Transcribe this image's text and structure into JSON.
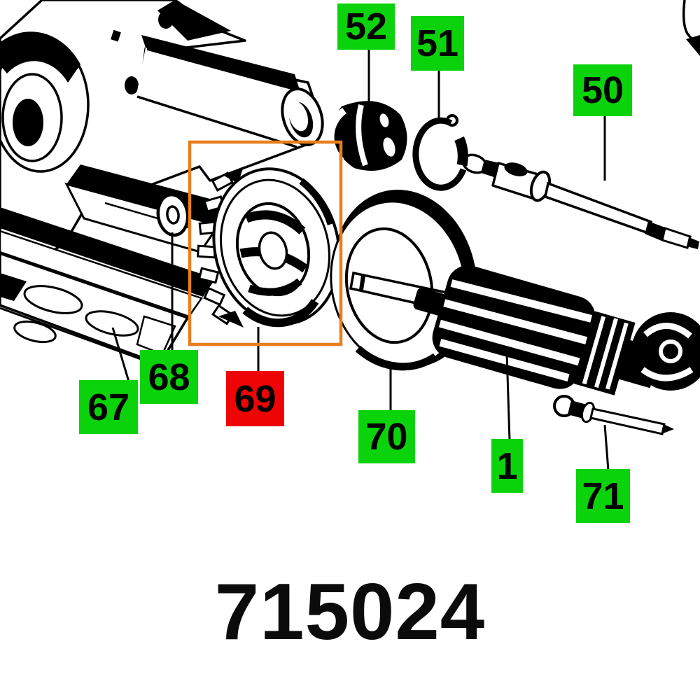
{
  "diagram": {
    "part_number": "715024",
    "colors": {
      "callout_green": "#0bd30b",
      "callout_red": "#ee0404",
      "highlight_orange": "#e87e1e",
      "line_art": "#000000"
    },
    "callouts": [
      {
        "id": "52",
        "label": "52",
        "style": "green"
      },
      {
        "id": "51",
        "label": "51",
        "style": "green"
      },
      {
        "id": "50",
        "label": "50",
        "style": "green"
      },
      {
        "id": "67",
        "label": "67",
        "style": "green"
      },
      {
        "id": "68",
        "label": "68",
        "style": "green"
      },
      {
        "id": "69",
        "label": "69",
        "style": "red",
        "highlighted": true
      },
      {
        "id": "70",
        "label": "70",
        "style": "green"
      },
      {
        "id": "1",
        "label": "1",
        "style": "green"
      },
      {
        "id": "71",
        "label": "71",
        "style": "green"
      }
    ]
  }
}
